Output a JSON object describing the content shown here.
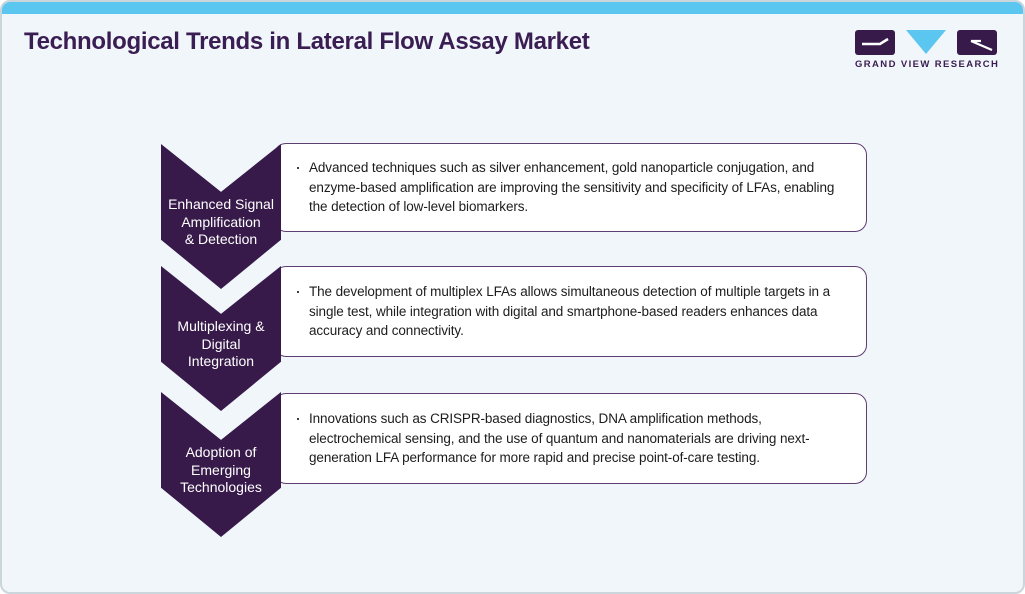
{
  "header": {
    "title": "Technological Trends in Lateral Flow Assay Market",
    "logo_text": "GRAND VIEW RESEARCH"
  },
  "bullet": "·",
  "colors": {
    "purple": "#371A4A",
    "title_purple": "#3A1D52",
    "blue": "#5BC6F0",
    "box_border": "#5E3D73",
    "background": "#F0F6FA",
    "card_border": "#CBD5DC",
    "text": "#1C1C1C"
  },
  "trends": [
    {
      "label": "Enhanced Signal\nAmplification\n& Detection",
      "description": "Advanced techniques such as silver enhancement, gold nanoparticle conjugation, and enzyme-based amplification are improving the sensitivity and specificity of LFAs, enabling the detection of low-level biomarkers."
    },
    {
      "label": "Multiplexing &\nDigital\nIntegration",
      "description": "The development of multiplex LFAs allows simultaneous detection of multiple targets in a single test, while integration with digital and smartphone-based readers enhances data accuracy and connectivity."
    },
    {
      "label": "Adoption of\nEmerging\nTechnologies",
      "description": "Innovations such as CRISPR-based diagnostics, DNA amplification methods, electrochemical sensing, and the use of quantum and nanomaterials are driving next-generation LFA performance for more rapid and precise point-of-care testing."
    }
  ]
}
